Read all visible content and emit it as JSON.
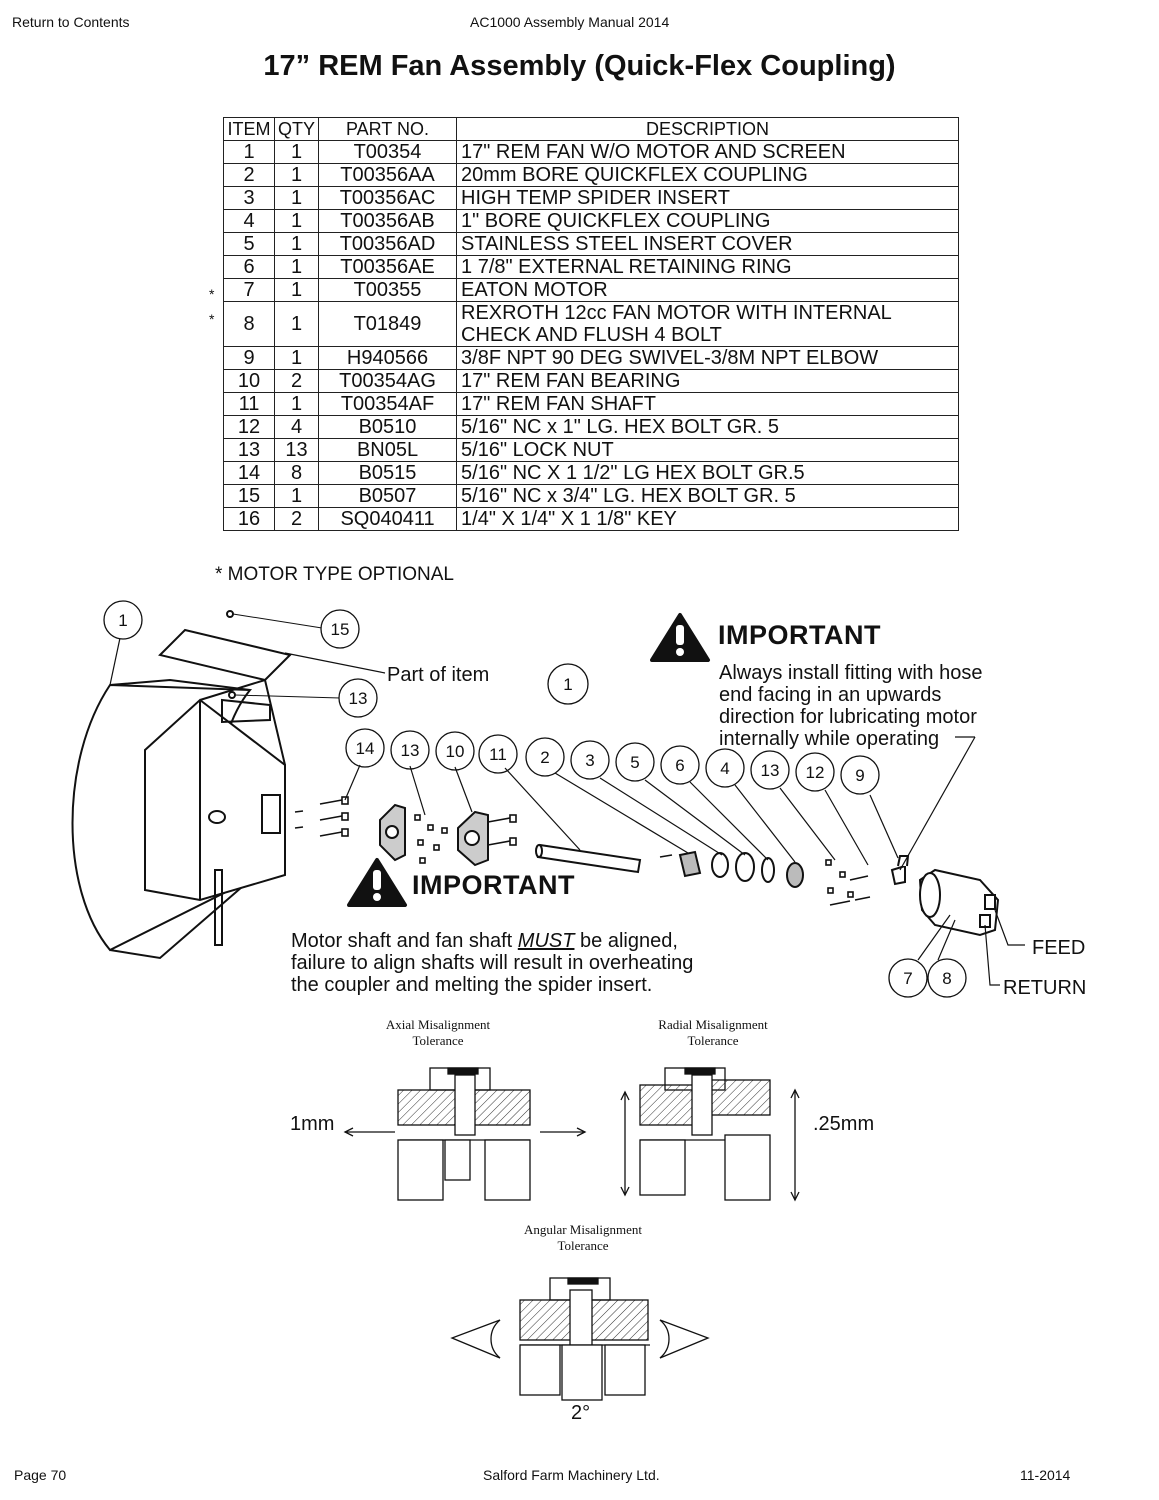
{
  "header": {
    "return_link": "Return to Contents",
    "manual": "AC1000 Assembly Manual 2014"
  },
  "title": "17” REM Fan Assembly (Quick-Flex Coupling)",
  "table": {
    "headers": [
      "ITEM",
      "QTY",
      "PART NO.",
      "DESCRIPTION"
    ],
    "rows": [
      {
        "item": "1",
        "qty": "1",
        "part": "T00354",
        "desc": "17\" REM FAN W/O MOTOR AND SCREEN",
        "star": ""
      },
      {
        "item": "2",
        "qty": "1",
        "part": "T00356AA",
        "desc": "20mm BORE QUICKFLEX COUPLING",
        "star": ""
      },
      {
        "item": "3",
        "qty": "1",
        "part": "T00356AC",
        "desc": "HIGH TEMP SPIDER INSERT",
        "star": ""
      },
      {
        "item": "4",
        "qty": "1",
        "part": "T00356AB",
        "desc": "1\" BORE QUICKFLEX COUPLING",
        "star": ""
      },
      {
        "item": "5",
        "qty": "1",
        "part": "T00356AD",
        "desc": "STAINLESS STEEL INSERT COVER",
        "star": ""
      },
      {
        "item": "6",
        "qty": "1",
        "part": "T00356AE",
        "desc": "1 7/8\" EXTERNAL RETAINING RING",
        "star": ""
      },
      {
        "item": "7",
        "qty": "1",
        "part": "T00355",
        "desc": "EATON MOTOR",
        "star": "*"
      },
      {
        "item": "8",
        "qty": "1",
        "part": "T01849",
        "desc": "REXROTH 12cc FAN MOTOR WITH INTERNAL",
        "desc2": "CHECK AND FLUSH 4 BOLT",
        "star": "*"
      },
      {
        "item": "9",
        "qty": "1",
        "part": "H940566",
        "desc": "3/8F NPT 90 DEG SWIVEL-3/8M NPT ELBOW",
        "star": ""
      },
      {
        "item": "10",
        "qty": "2",
        "part": "T00354AG",
        "desc": "17\" REM FAN BEARING",
        "star": ""
      },
      {
        "item": "11",
        "qty": "1",
        "part": "T00354AF",
        "desc": "17\" REM FAN SHAFT",
        "star": ""
      },
      {
        "item": "12",
        "qty": "4",
        "part": "B0510",
        "desc": "5/16\" NC x 1\" LG. HEX BOLT GR. 5",
        "star": ""
      },
      {
        "item": "13",
        "qty": "13",
        "part": "BN05L",
        "desc": "5/16\" LOCK NUT",
        "star": ""
      },
      {
        "item": "14",
        "qty": "8",
        "part": "B0515",
        "desc": "5/16\" NC X 1 1/2\" LG HEX BOLT GR.5",
        "star": ""
      },
      {
        "item": "15",
        "qty": "1",
        "part": "B0507",
        "desc": "5/16\" NC x 3/4\" LG. HEX BOLT GR. 5",
        "star": ""
      },
      {
        "item": "16",
        "qty": "2",
        "part": "SQ040411",
        "desc": "1/4\" X 1/4\" X 1 1/8\" KEY",
        "star": ""
      }
    ]
  },
  "motor_note": "* MOTOR TYPE OPTIONAL",
  "diagram": {
    "balloons": [
      "1",
      "15",
      "13",
      "1",
      "14",
      "13",
      "10",
      "11",
      "2",
      "3",
      "5",
      "6",
      "4",
      "13",
      "12",
      "9",
      "7",
      "8"
    ],
    "part_of_item": "Part of item",
    "feed": "FEED",
    "return": "RETURN",
    "important1": {
      "title": "IMPORTANT",
      "lines": [
        "Always install fitting with hose",
        "end facing in an upwards",
        "direction for lubricating motor",
        "internally while operating"
      ]
    },
    "important2": {
      "title": "IMPORTANT",
      "line1_pre": "Motor shaft and fan shaft ",
      "line1_em": "MUST",
      "line1_post": " be aligned,",
      "line2": "failure to align shafts will result in overheating",
      "line3": "the coupler and melting the spider insert."
    }
  },
  "tolerances": {
    "axial": {
      "caption1": "Axial Misalignment",
      "caption2": "Tolerance",
      "value": "1mm"
    },
    "radial": {
      "caption1": "Radial Misalignment",
      "caption2": "Tolerance",
      "value": ".25mm"
    },
    "angular": {
      "caption1": "Angular Misalignment",
      "caption2": "Tolerance",
      "value": "2°"
    }
  },
  "footer": {
    "page": "Page 70",
    "company": "Salford Farm Machinery Ltd.",
    "date": "11-2014"
  }
}
